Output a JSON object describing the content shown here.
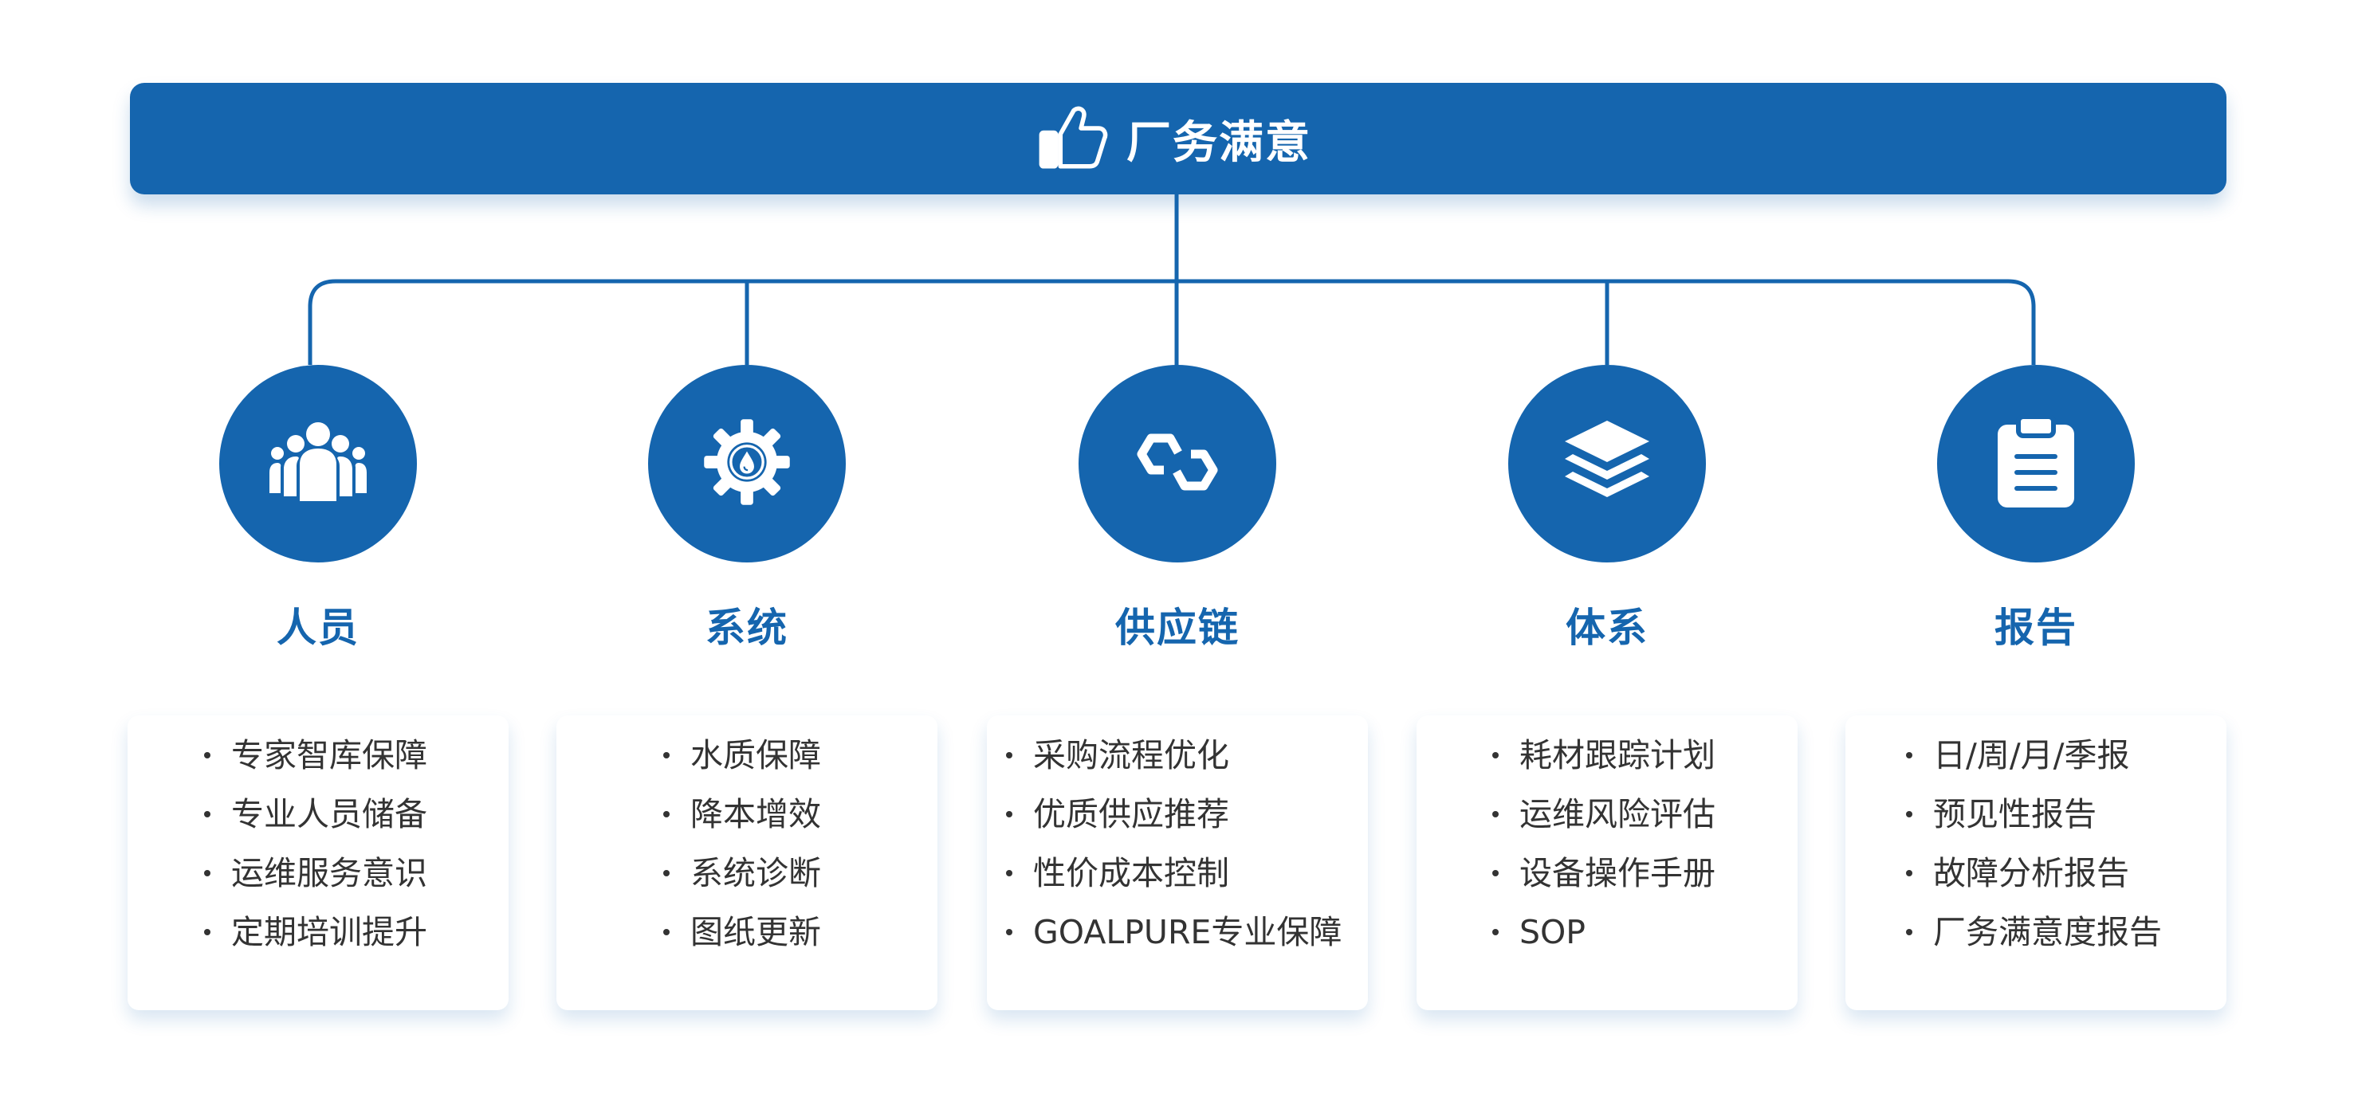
{
  "header": {
    "title": "厂务满意",
    "icon": "thumbs-up-icon"
  },
  "colors": {
    "primary": "#1565ae",
    "text": "#333333",
    "background": "#ffffff"
  },
  "columns": [
    {
      "title": "人员",
      "icon": "people-group-icon",
      "items": [
        "专家智库保障",
        "专业人员储备",
        "运维服务意识",
        "定期培训提升"
      ]
    },
    {
      "title": "系统",
      "icon": "gear-droplet-icon",
      "items": [
        "水质保障",
        "降本增效",
        "系统诊断",
        "图纸更新"
      ]
    },
    {
      "title": "供应链",
      "icon": "chain-link-icon",
      "items": [
        "采购流程优化",
        "优质供应推荐",
        "性价成本控制",
        "GOALPURE专业保障"
      ]
    },
    {
      "title": "体系",
      "icon": "layers-icon",
      "items": [
        "耗材跟踪计划",
        "运维风险评估",
        "设备操作手册",
        "SOP"
      ]
    },
    {
      "title": "报告",
      "icon": "clipboard-icon",
      "items": [
        "日/周/月/季报",
        "预见性报告",
        "故障分析报告",
        "厂务满意度报告"
      ]
    }
  ]
}
